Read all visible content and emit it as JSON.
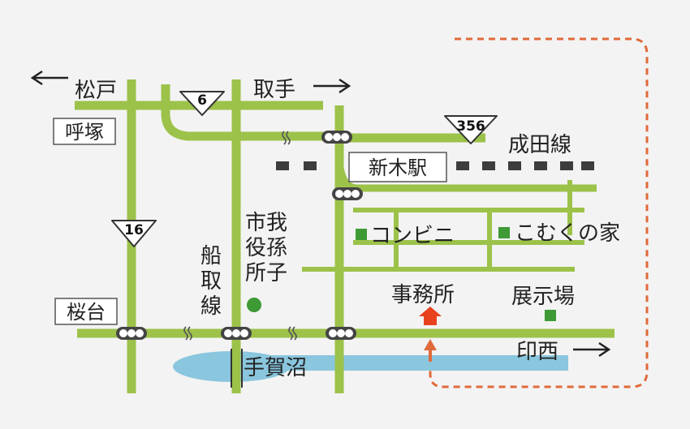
{
  "map": {
    "colors": {
      "road": "#9cc24a",
      "pond": "#8ac6de",
      "railway": "#3d3d3d",
      "route_dotted": "#e06a3a",
      "office_marker": "#e8411e",
      "landmark_marker": "#3e9a35",
      "background": "#f3f3f3"
    },
    "directions": {
      "matsudo": "松戸",
      "toride": "取手",
      "inzai": "印西"
    },
    "boxed_labels": {
      "yobitsuka": "呼塚",
      "sakuradai": "桜台",
      "station": "新木駅"
    },
    "routes": {
      "national_6": "6",
      "national_16": "16",
      "national_356": "356"
    },
    "lines": {
      "narita_line": "成田線",
      "funatori_line": [
        "船",
        "取",
        "線"
      ]
    },
    "landmarks": {
      "konbini": "コンビニ",
      "komuku_house": "こむくの家",
      "city_office": [
        "市我",
        "役孫",
        "所子"
      ],
      "office": "事務所",
      "exhibition": "展示場",
      "pond": "手賀沼"
    }
  }
}
